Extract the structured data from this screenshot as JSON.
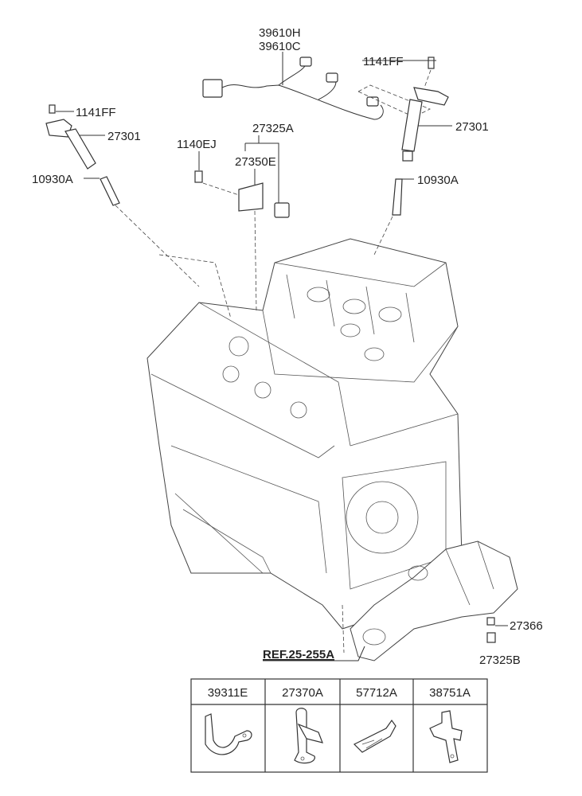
{
  "labels": {
    "harness_h": "39610H",
    "harness_c": "39610C",
    "bolt_right": "1141FF",
    "coil_right": "27301",
    "plug_right": "10930A",
    "bolt_left": "1141FF",
    "coil_left": "27301",
    "plug_left": "10930A",
    "bolt_bracket": "1140EJ",
    "sensor_assy": "27325A",
    "bracket": "27350E",
    "clip": "27366",
    "sensor_b": "27325B",
    "reference": "REF.25-255A"
  },
  "parts_table": {
    "columns": [
      {
        "part_no": "39311E",
        "icon": "bracket-clamp"
      },
      {
        "part_no": "27370A",
        "icon": "bracket-vertical"
      },
      {
        "part_no": "57712A",
        "icon": "bracket-angled"
      },
      {
        "part_no": "38751A",
        "icon": "bracket-mount"
      }
    ]
  }
}
